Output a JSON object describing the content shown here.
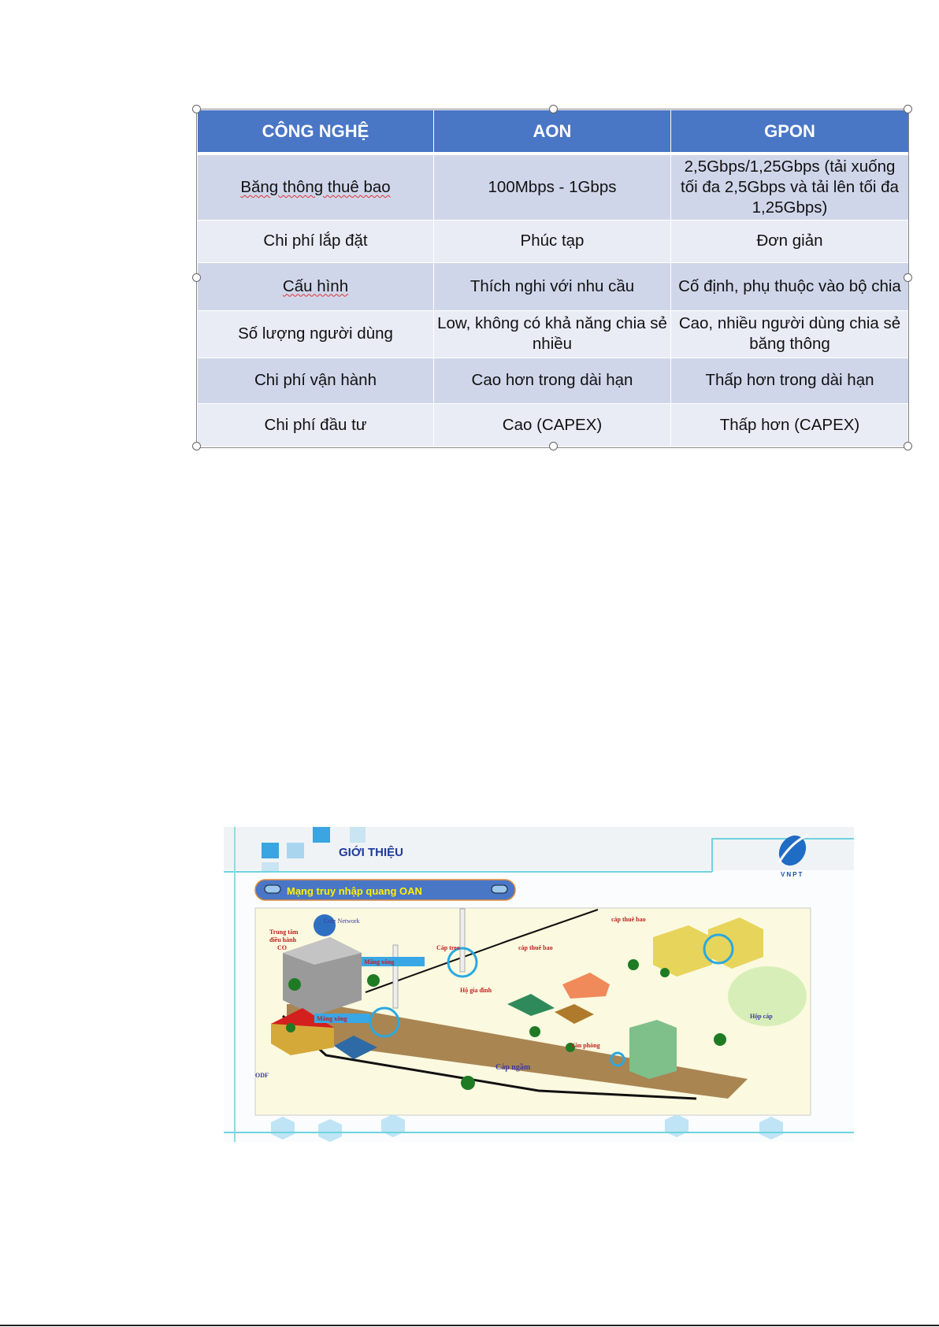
{
  "table": {
    "headers": [
      "CÔNG NGHỆ",
      "AON",
      "GPON"
    ],
    "rows": [
      [
        "Băng thông thuê bao",
        "100Mbps - 1Gbps",
        "2,5Gbps/1,25Gbps (tải xuống tối đa 2,5Gbps và tải lên tối đa 1,25Gbps)"
      ],
      [
        "Chi phí lắp đặt",
        "Phúc tạp",
        "Đơn giản"
      ],
      [
        "Cấu hình",
        "Thích nghi với nhu cầu",
        "Cố định, phụ thuộc vào bộ chia"
      ],
      [
        "Số lượng người dùng",
        "Low, không có khả năng chia sẻ nhiều",
        "Cao, nhiều người dùng chia sẻ băng thông"
      ],
      [
        "Chi phí vận hành",
        "Cao hơn trong dài hạn",
        "Thấp hơn trong dài hạn"
      ],
      [
        "Chi phí đầu tư",
        "Cao (CAPEX)",
        "Thấp hơn (CAPEX)"
      ]
    ],
    "header_color": "#4a76c6"
  },
  "slide": {
    "title": "GIỚI THIỆU",
    "subtitle": "Mạng truy nhập quang OAN",
    "logo_text": "VNPT",
    "labels": {
      "core_network": "Core Network",
      "co_line1": "Trung tâm",
      "co_line2": "điều hành",
      "co_line3": "CO",
      "cap_treo": "Cáp treo",
      "cap_thue_bao_1": "cáp thuê bao",
      "cap_thue_bao_2": "cáp thuê bao",
      "mang_xong_1": "Măng xông",
      "mang_xong_2": "Măng xông",
      "ho_gia_dinh": "Hộ gia đình",
      "hop_cap": "Hộp cáp",
      "van_phong": "Văn phòng",
      "cap_ngam": "Cáp ngầm",
      "odf": "ODF"
    }
  }
}
